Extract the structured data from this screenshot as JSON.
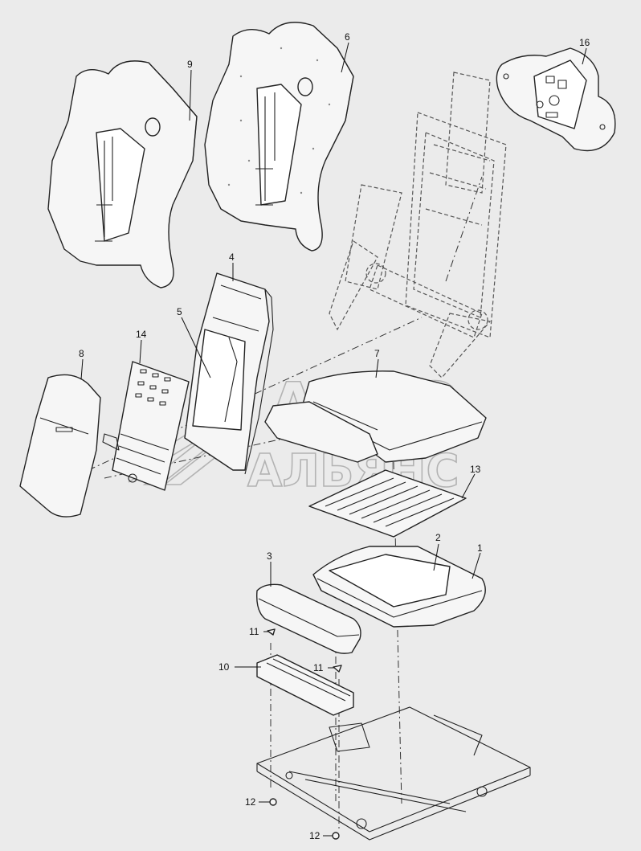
{
  "watermark": {
    "line1": "АВТО",
    "line2": "АЛЬЯНС"
  },
  "callouts": [
    {
      "id": "c1",
      "text": "1"
    },
    {
      "id": "c2",
      "text": "2"
    },
    {
      "id": "c3",
      "text": "3"
    },
    {
      "id": "c4",
      "text": "4"
    },
    {
      "id": "c5",
      "text": "5"
    },
    {
      "id": "c6",
      "text": "6"
    },
    {
      "id": "c7",
      "text": "7"
    },
    {
      "id": "c8",
      "text": "8"
    },
    {
      "id": "c9",
      "text": "9"
    },
    {
      "id": "c10",
      "text": "10"
    },
    {
      "id": "c11a",
      "text": "11"
    },
    {
      "id": "c11b",
      "text": "11"
    },
    {
      "id": "c12a",
      "text": "12"
    },
    {
      "id": "c12b",
      "text": "12"
    },
    {
      "id": "c13",
      "text": "13"
    },
    {
      "id": "c14",
      "text": "14"
    },
    {
      "id": "c16",
      "text": "16"
    }
  ]
}
